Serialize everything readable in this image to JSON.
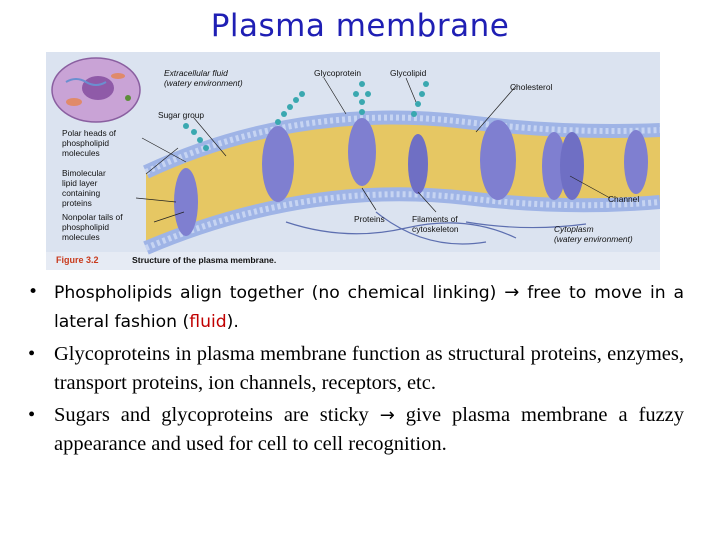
{
  "slide": {
    "title": "Plasma membrane"
  },
  "figure": {
    "labels": {
      "extracellular": "Extracellular fluid",
      "extracellular_sub": "(watery environment)",
      "glycoprotein": "Glycoprotein",
      "glycolipid": "Glycolipid",
      "cholesterol": "Cholesterol",
      "sugar_group": "Sugar group",
      "polar_heads": [
        "Polar heads of",
        "phospholipid",
        "molecules"
      ],
      "bimolecular": [
        "Bimolecular",
        "lipid layer",
        "containing",
        "proteins"
      ],
      "nonpolar_tails": [
        "Nonpolar tails of",
        "phospholipid",
        "molecules"
      ],
      "proteins": "Proteins",
      "filaments": [
        "Filaments of",
        "cytoskeleton"
      ],
      "channel": "Channel",
      "cytoplasm": "Cytoplasm",
      "cytoplasm_sub": "(watery environment)"
    },
    "caption": {
      "number": "Figure 3.2",
      "text": "Structure of the plasma membrane."
    },
    "colors": {
      "protein": "#7f7fd0",
      "heads": "#9fb4e6",
      "tails": "#e8c24a",
      "glyco": "#3aa8b0",
      "background": "#dbe3f0"
    }
  },
  "bullets": [
    {
      "lead": "Phospholipids align together (no chemical linking)",
      "arrow": "→",
      "rest": "free to move in a lateral fashion (",
      "highlight": "fluid",
      "end": ")."
    },
    {
      "text": "Glycoproteins in plasma membrane function as structural proteins, enzymes, transport proteins, ion channels, receptors, etc."
    },
    {
      "lead": "Sugars and glycoproteins are sticky",
      "arrow": "→",
      "rest": "give plasma membrane a fuzzy appearance and used for cell to cell recognition."
    }
  ],
  "bullet_glyph": "•"
}
